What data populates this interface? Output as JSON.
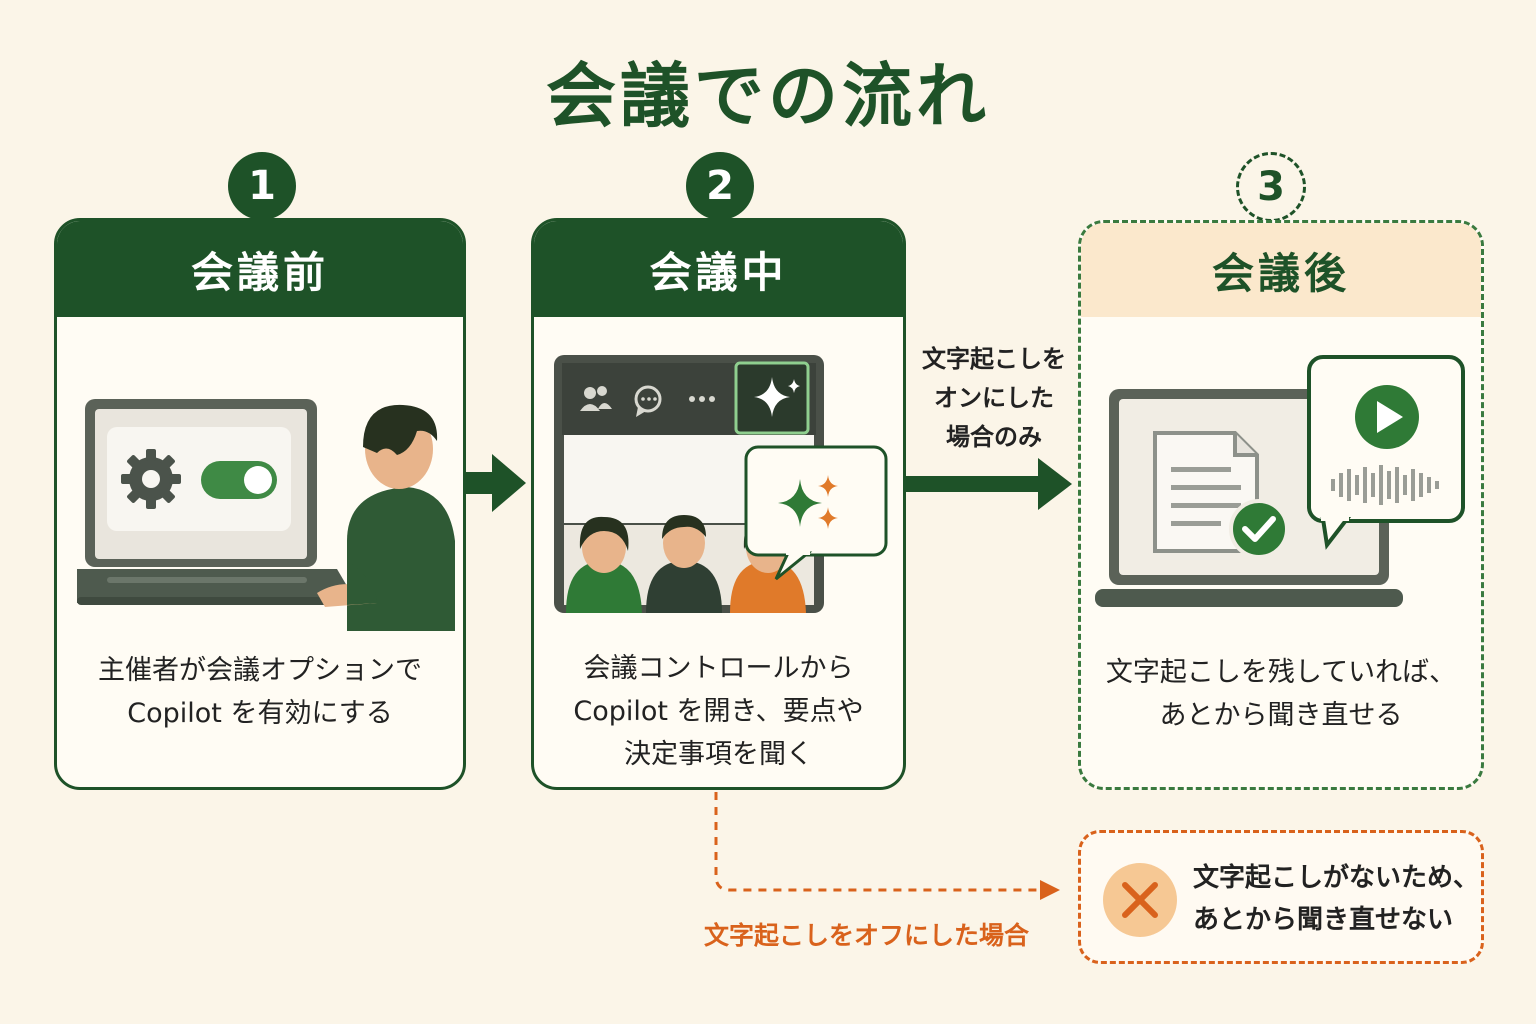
{
  "title": "会議での流れ",
  "steps": [
    {
      "number": "1",
      "header": "会議前",
      "lines": [
        "主催者が会議オプションで",
        "Copilot を有効にする"
      ]
    },
    {
      "number": "2",
      "header": "会議中",
      "lines": [
        "会議コントロールから",
        "Copilot を開き、要点や",
        "決定事項を聞く"
      ]
    },
    {
      "number": "3",
      "header": "会議後",
      "lines": [
        "文字起こしを残していれば、",
        "あとから聞き直せる"
      ]
    }
  ],
  "arrow_on_label": [
    "文字起こしを",
    "オンにした",
    "場合のみ"
  ],
  "arrow_off_label": "文字起こしをオフにした場合",
  "no_transcript_lines": [
    "文字起こしがないため、",
    "あとから聞き直せない"
  ],
  "colors": {
    "green": "#1e5228",
    "orange": "#d9621c",
    "beige": "#fbf5e8",
    "peach": "#fbe8cc"
  },
  "icons": [
    "gear-icon",
    "toggle-icon",
    "participants-icon",
    "chat-icon",
    "more-icon",
    "copilot-sparkle-icon",
    "document-icon",
    "check-icon",
    "play-icon",
    "waveform-icon",
    "cross-icon"
  ]
}
